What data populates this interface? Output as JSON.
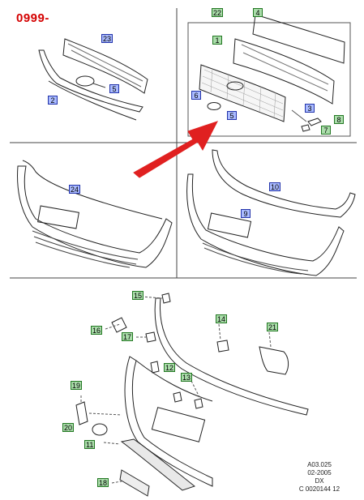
{
  "model_code": "0999-",
  "callouts": {
    "c1": "1",
    "c2": "2",
    "c3": "3",
    "c4": "4",
    "c5": "5",
    "c6": "6",
    "c7": "7",
    "c8": "8",
    "c9": "9",
    "c10": "10",
    "c11": "11",
    "c12": "12",
    "c13": "13",
    "c14": "14",
    "c15": "15",
    "c16": "16",
    "c17": "17",
    "c18": "18",
    "c19": "19",
    "c20": "20",
    "c21": "21",
    "c22": "22",
    "c23": "23",
    "c24": "24"
  },
  "meta": {
    "line1": "A03.025",
    "line2": "02-2005",
    "line3": "DX",
    "line4": "C 0020144 12"
  },
  "colors": {
    "arrow": "#e02020",
    "blue_callout": "#aabbff",
    "green_callout": "#aaddaa",
    "model_code": "#d40000"
  }
}
